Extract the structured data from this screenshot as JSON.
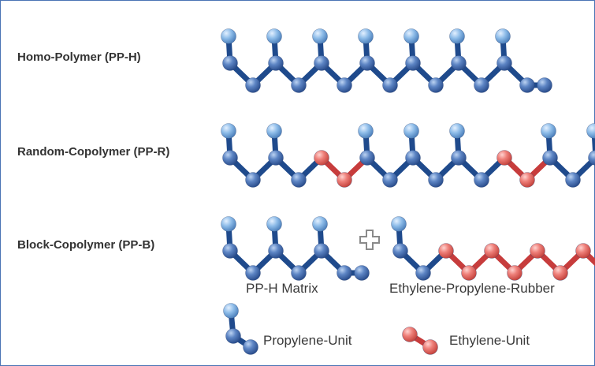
{
  "rows": [
    {
      "label": "Homo-Polymer (PP-H)"
    },
    {
      "label": "Random-Copolymer (PP-R)"
    },
    {
      "label": "Block-Copolymer (PP-B)"
    }
  ],
  "block_captions": {
    "matrix": "PP-H Matrix",
    "rubber": "Ethylene-Propylene-Rubber"
  },
  "legend": {
    "propylene": "Propylene-Unit",
    "ethylene": "Ethylene-Unit"
  },
  "colors": {
    "propylene_bead": "#3f67a8",
    "propylene_side": "#7fb0e0",
    "propylene_bond": "#1f4a8c",
    "ethylene_bead": "#e8736e",
    "ethylene_bond": "#c73c3c",
    "border": "#4a74b4",
    "plus": "#8a8a8a"
  },
  "chains": {
    "homo": "PPPPPPP",
    "random": "PPEPPPEPPP",
    "block_matrix": "PPP",
    "block_rubber": "PEEEEEP"
  }
}
